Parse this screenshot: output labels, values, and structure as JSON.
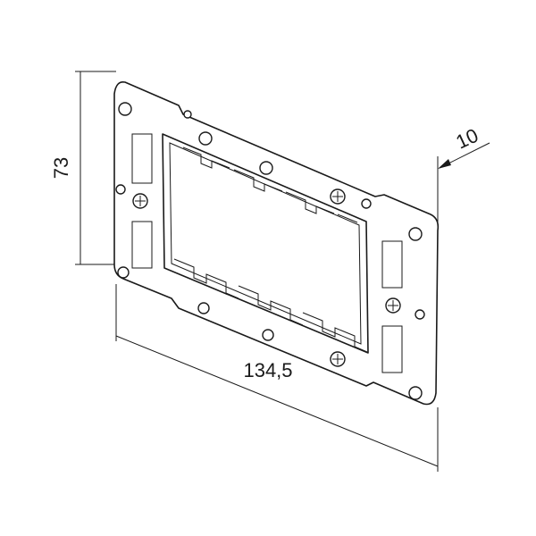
{
  "drawing": {
    "dimensions": {
      "height": "73",
      "depth": "10",
      "width": "134,5"
    },
    "colors": {
      "line": "#1a1a1a",
      "background": "#ffffff"
    }
  }
}
